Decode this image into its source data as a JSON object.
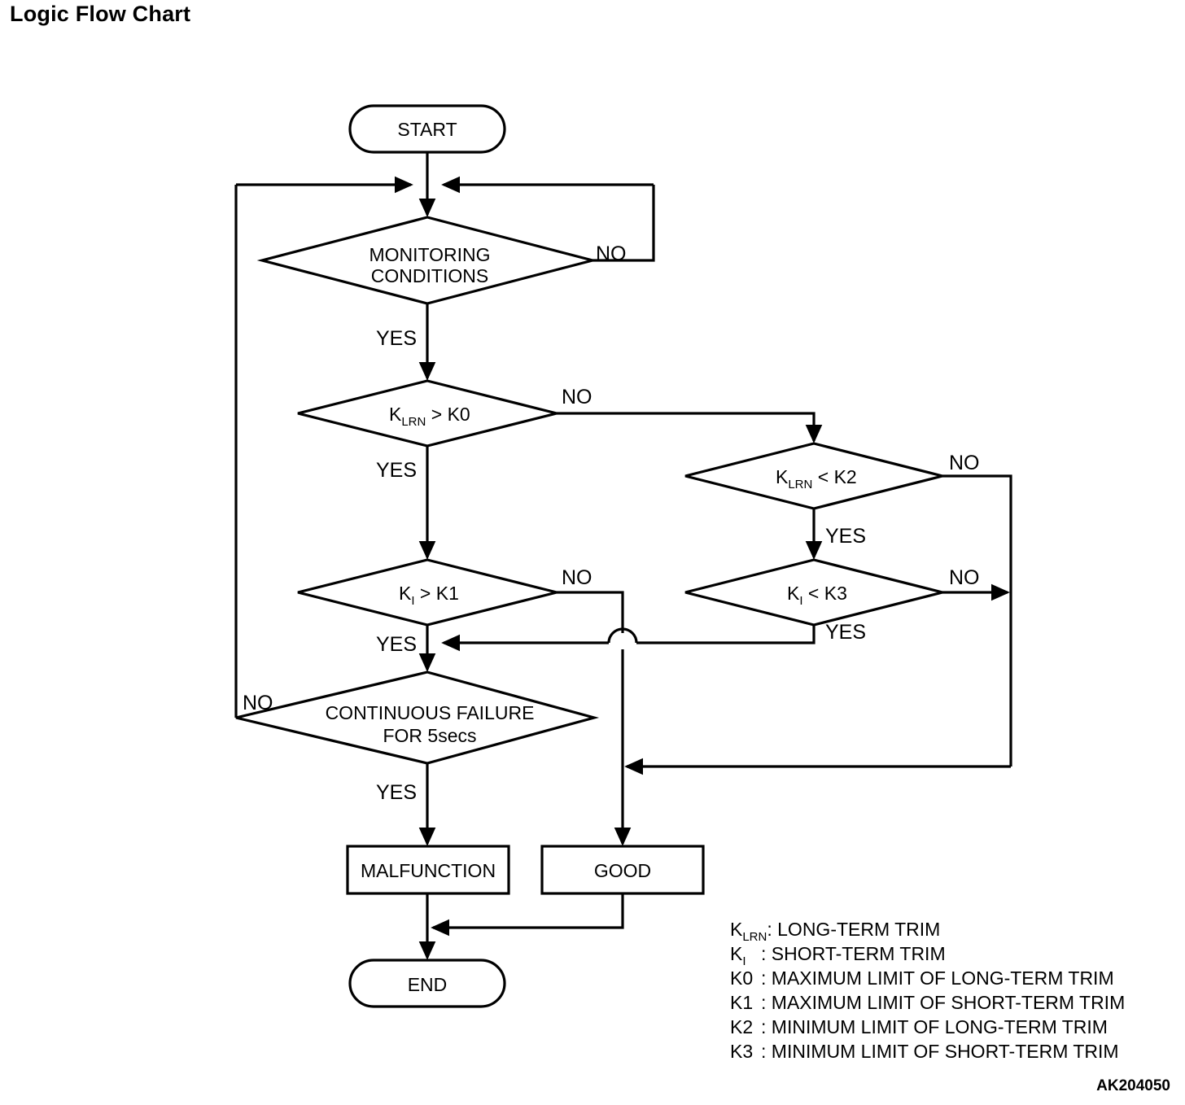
{
  "page": {
    "title": "Logic Flow Chart",
    "figure_code": "AK204050"
  },
  "chart_data": {
    "type": "diagram",
    "diagram_kind": "flowchart",
    "title": "Logic Flow Chart",
    "nodes": [
      {
        "id": "start",
        "shape": "terminator",
        "label": "START"
      },
      {
        "id": "monitoring",
        "shape": "decision",
        "label_line1": "MONITORING",
        "label_line2": "CONDITIONS"
      },
      {
        "id": "klrn_gt_k0",
        "shape": "decision",
        "label_main": "K",
        "label_sub": "LRN",
        "label_rest": " > K0"
      },
      {
        "id": "klrn_lt_k2",
        "shape": "decision",
        "label_main": "K",
        "label_sub": "LRN",
        "label_rest": " < K2"
      },
      {
        "id": "ki_gt_k1",
        "shape": "decision",
        "label_main": "K",
        "label_sub": "I",
        "label_rest": " > K1"
      },
      {
        "id": "ki_lt_k3",
        "shape": "decision",
        "label_main": "K",
        "label_sub": "I",
        "label_rest": " < K3"
      },
      {
        "id": "cont_failure",
        "shape": "decision",
        "label_line1": "CONTINUOUS FAILURE",
        "label_line2": "FOR 5secs"
      },
      {
        "id": "malfunction",
        "shape": "process",
        "label": "MALFUNCTION"
      },
      {
        "id": "good",
        "shape": "process",
        "label": "GOOD"
      },
      {
        "id": "end",
        "shape": "terminator",
        "label": "END"
      }
    ],
    "edges": [
      {
        "from": "start",
        "to": "monitoring",
        "label": ""
      },
      {
        "from": "monitoring",
        "to": "monitoring",
        "label": "NO"
      },
      {
        "from": "monitoring",
        "to": "klrn_gt_k0",
        "label": "YES"
      },
      {
        "from": "klrn_gt_k0",
        "to": "klrn_lt_k2",
        "label": "NO"
      },
      {
        "from": "klrn_gt_k0",
        "to": "ki_gt_k1",
        "label": "YES"
      },
      {
        "from": "klrn_lt_k2",
        "to": "good",
        "label": "NO"
      },
      {
        "from": "klrn_lt_k2",
        "to": "ki_lt_k3",
        "label": "YES"
      },
      {
        "from": "ki_gt_k1",
        "to": "good",
        "label": "NO"
      },
      {
        "from": "ki_gt_k1",
        "to": "cont_failure",
        "label": "YES"
      },
      {
        "from": "ki_lt_k3",
        "to": "good",
        "label": "NO"
      },
      {
        "from": "ki_lt_k3",
        "to": "cont_failure",
        "label": "YES"
      },
      {
        "from": "cont_failure",
        "to": "monitoring",
        "label": "NO"
      },
      {
        "from": "cont_failure",
        "to": "malfunction",
        "label": "YES"
      },
      {
        "from": "malfunction",
        "to": "end",
        "label": ""
      },
      {
        "from": "good",
        "to": "end",
        "label": ""
      }
    ],
    "branch_labels": {
      "monitoring_no": "NO",
      "monitoring_yes": "YES",
      "klrn_gt_k0_no": "NO",
      "klrn_gt_k0_yes": "YES",
      "klrn_lt_k2_no": "NO",
      "klrn_lt_k2_yes": "YES",
      "ki_gt_k1_no": "NO",
      "ki_gt_k1_yes": "YES",
      "ki_lt_k3_no": "NO",
      "ki_lt_k3_yes": "YES",
      "cont_failure_no": "NO",
      "cont_failure_yes": "YES"
    }
  },
  "nodes": {
    "start": "START",
    "monitoring_line1": "MONITORING",
    "monitoring_line2": "CONDITIONS",
    "klrn_gt_k0_k": "K",
    "klrn_gt_k0_sub": "LRN",
    "klrn_gt_k0_rest": " > K0",
    "klrn_lt_k2_k": "K",
    "klrn_lt_k2_sub": "LRN",
    "klrn_lt_k2_rest": " < K2",
    "ki_gt_k1_k": "K",
    "ki_gt_k1_sub": "I",
    "ki_gt_k1_rest": " > K1",
    "ki_lt_k3_k": "K",
    "ki_lt_k3_sub": "I",
    "ki_lt_k3_rest": " < K3",
    "cont_failure_line1": "CONTINUOUS FAILURE",
    "cont_failure_line2": "FOR 5secs",
    "malfunction": "MALFUNCTION",
    "good": "GOOD",
    "end": "END"
  },
  "branches": {
    "monitoring_no": "NO",
    "monitoring_yes": "YES",
    "klrn_gt_k0_no": "NO",
    "klrn_gt_k0_yes": "YES",
    "klrn_lt_k2_no": "NO",
    "klrn_lt_k2_yes": "YES",
    "ki_gt_k1_no": "NO",
    "ki_gt_k1_yes": "YES",
    "ki_lt_k3_no": "NO",
    "ki_lt_k3_yes": "YES",
    "cont_failure_no": "NO",
    "cont_failure_yes": "YES"
  },
  "legend": {
    "rows": [
      {
        "symbol": "K",
        "subscript": "LRN",
        "separator": ": ",
        "description": "LONG-TERM TRIM"
      },
      {
        "symbol": "K",
        "subscript": "I",
        "separator": ": ",
        "description": "SHORT-TERM TRIM"
      },
      {
        "symbol": "K0",
        "subscript": "",
        "separator": ": ",
        "description": "MAXIMUM LIMIT OF LONG-TERM TRIM"
      },
      {
        "symbol": "K1",
        "subscript": "",
        "separator": ": ",
        "description": "MAXIMUM LIMIT OF SHORT-TERM TRIM"
      },
      {
        "symbol": "K2",
        "subscript": "",
        "separator": ": ",
        "description": "MINIMUM LIMIT OF LONG-TERM TRIM"
      },
      {
        "symbol": "K3",
        "subscript": "",
        "separator": ": ",
        "description": "MINIMUM LIMIT OF SHORT-TERM TRIM"
      }
    ]
  },
  "colors": {
    "ink": "#000000",
    "paper": "#ffffff"
  }
}
